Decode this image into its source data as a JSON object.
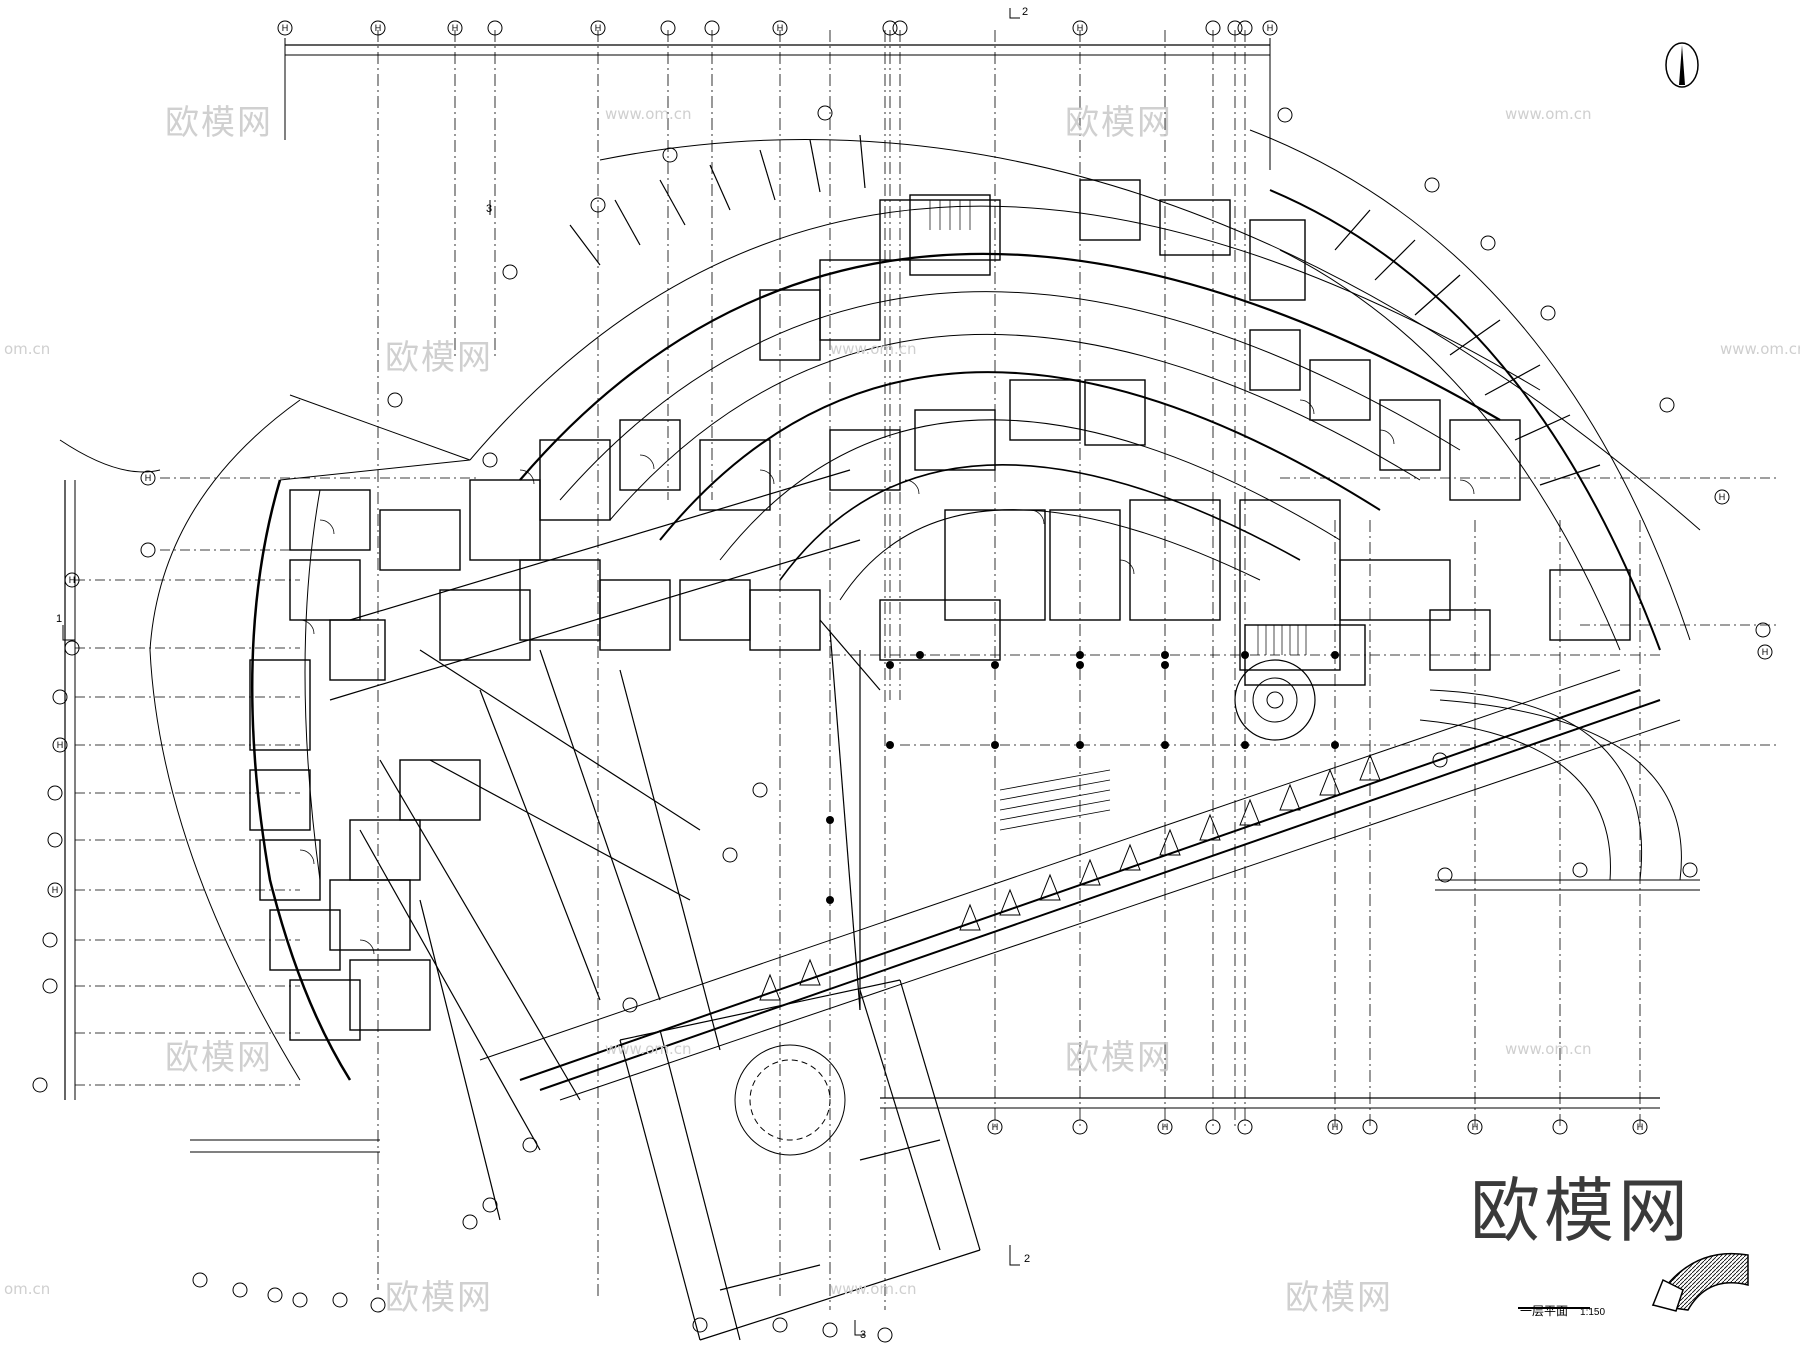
{
  "drawing": {
    "title": "一层平面",
    "scale": "1:150",
    "watermark_brand": "欧模网",
    "watermark_url": "www.om.cn",
    "section_markers": [
      "2",
      "3",
      "1",
      "2",
      "3"
    ],
    "grid_labels": [
      "H",
      "H",
      "H",
      "H",
      "H",
      "H",
      "H",
      "H",
      "H",
      "H",
      "H",
      "H",
      "H",
      "H",
      "H",
      "H",
      "H",
      "H"
    ]
  },
  "watermarks": {
    "text": "欧模网",
    "url": "www.om.cn",
    "partial_url": "om.cn"
  }
}
